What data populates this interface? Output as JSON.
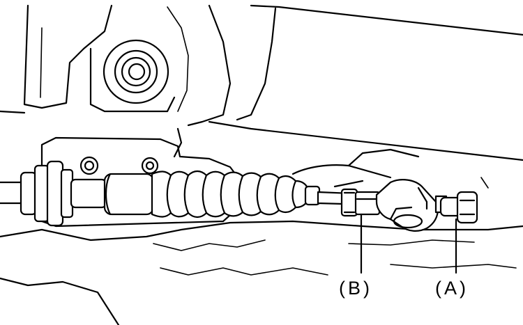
{
  "callouts": {
    "b": {
      "label": "(B)",
      "target": "lock-nut"
    },
    "a": {
      "label": "(A)",
      "target": "tie-rod-end-bolt"
    }
  },
  "colors": {
    "line": "#000000",
    "background": "#ffffff"
  }
}
